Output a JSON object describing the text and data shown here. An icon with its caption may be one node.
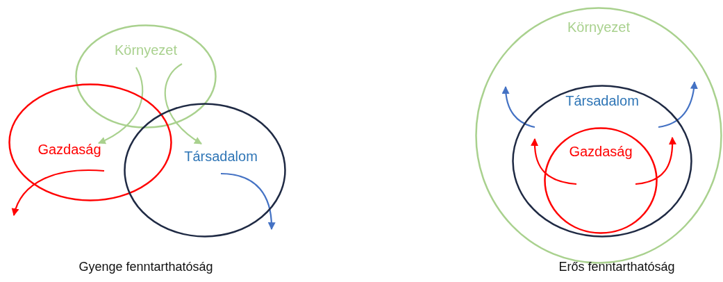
{
  "diagram": {
    "nodes": [
      {
        "text": [
          "Környezet"
        ]
      },
      {
        "text": [
          "Gazdaság"
        ]
      },
      {
        "text": [
          "Társadalom"
        ]
      },
      {
        "text": [
          "Környezet"
        ]
      },
      {
        "text": [
          "Társadalom"
        ],
        "in": 3
      },
      {
        "text": [
          "Gazdaság"
        ],
        "in": 4
      }
    ],
    "edges": [
      {
        "from": 0,
        "to": 1,
        "arrow": "to",
        "color": "#a9d18e"
      },
      {
        "from": 0,
        "to": 2,
        "arrow": "to",
        "color": "#a9d18e"
      },
      {
        "from": 1,
        "to": null,
        "arrow": "to",
        "color": "#ff0000"
      },
      {
        "from": 2,
        "to": null,
        "arrow": "to",
        "color": "#4472c4"
      },
      {
        "from": 4,
        "to": null,
        "arrow": "to",
        "color": "#4472c4"
      },
      {
        "from": 4,
        "to": null,
        "arrow": "to",
        "color": "#4472c4"
      },
      {
        "from": 5,
        "to": null,
        "arrow": "to",
        "color": "#ff0000"
      },
      {
        "from": 5,
        "to": null,
        "arrow": "to",
        "color": "#ff0000"
      }
    ],
    "labels": [
      "Gyenge fenntarthatóság",
      "Erős fenntarthatóság"
    ]
  }
}
